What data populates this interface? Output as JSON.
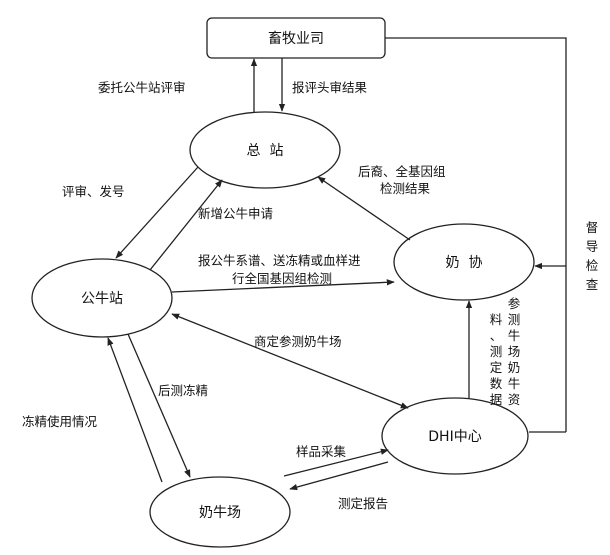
{
  "nodes": {
    "ministry": "畜牧业司",
    "head_station": "总  站",
    "association": "奶  协",
    "bull_station": "公牛站",
    "dhi_center": "DHI中心",
    "dairy_farm": "奶牛场"
  },
  "edges": {
    "entrust_review": "委托公牛站评审",
    "report_results": "报评头审结果",
    "review_number": "评审、发号",
    "new_bull_application": "新增公牛申请",
    "offspring_genome_line1": "后裔、全基因组",
    "offspring_genome_line2": "检测结果",
    "pedigree_line1": "报公牛系谱、送冻精或血样进",
    "pedigree_line2": "行全国基因组检测",
    "negotiate_farms": "商定参测奶牛场",
    "progeny_semen": "后测冻精",
    "semen_usage": "冻精使用情况",
    "sample_collection": "样品采集",
    "test_report": "测定报告",
    "supervision_col1": [
      "督",
      "导",
      "检",
      "查"
    ],
    "farm_data_col1": [
      "参",
      "测",
      "牛",
      "场",
      "奶",
      "牛",
      "资"
    ],
    "farm_data_col2": [
      "料",
      "、",
      "测",
      "定",
      "数",
      "据"
    ]
  },
  "colors": {
    "stroke": "#222222",
    "text": "#111111",
    "background": "#ffffff"
  }
}
